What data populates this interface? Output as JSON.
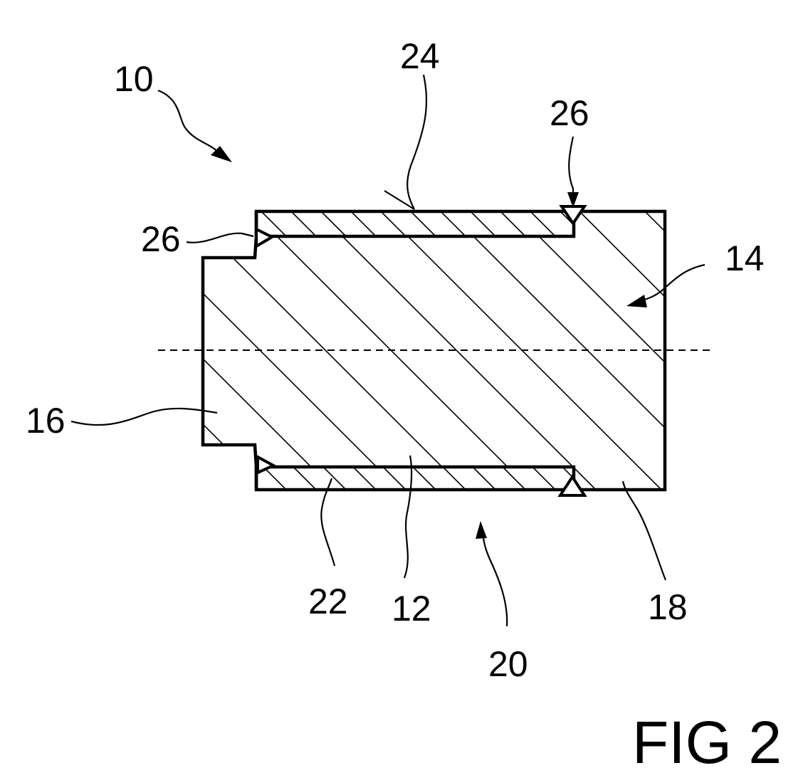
{
  "figure": {
    "caption": "FIG 2",
    "labels": {
      "ref_10": "10",
      "ref_24": "24",
      "ref_26_top": "26",
      "ref_26_left": "26",
      "ref_14": "14",
      "ref_16": "16",
      "ref_22": "22",
      "ref_12": "12",
      "ref_20": "20",
      "ref_18": "18"
    }
  }
}
